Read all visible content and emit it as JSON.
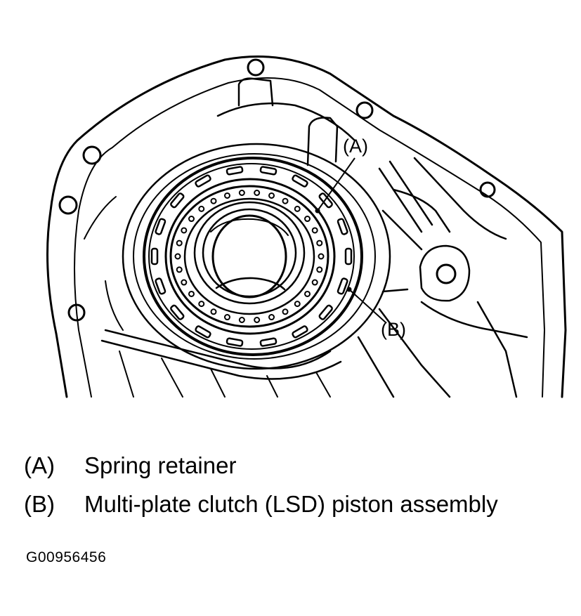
{
  "callouts": {
    "a": "(A)",
    "b": "(B)"
  },
  "legend": [
    {
      "key": "(A)",
      "text": "Spring retainer"
    },
    {
      "key": "(B)",
      "text": "Multi-plate clutch (LSD) piston assembly"
    }
  ],
  "figure_id": "G00956456",
  "colors": {
    "line": "#000000",
    "background": "#ffffff"
  }
}
